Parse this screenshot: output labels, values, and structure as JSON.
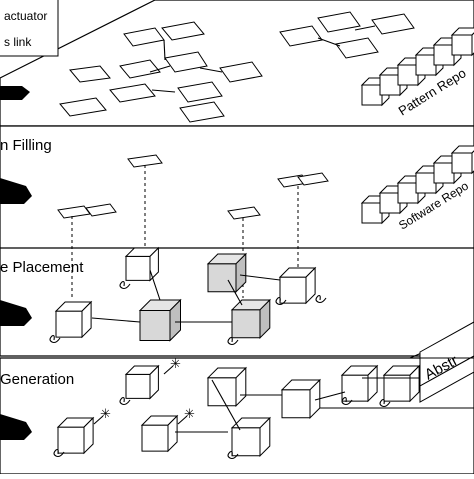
{
  "legend": {
    "items": [
      "actuator",
      "s link"
    ]
  },
  "layers": {
    "top": {
      "side_label": "Pattern Repo"
    },
    "filling": {
      "label": "n Filling",
      "side_label": "Software Repo"
    },
    "placement": {
      "label": "e Placement"
    },
    "generation": {
      "label": "Generation",
      "side_label": "Abstr"
    }
  }
}
